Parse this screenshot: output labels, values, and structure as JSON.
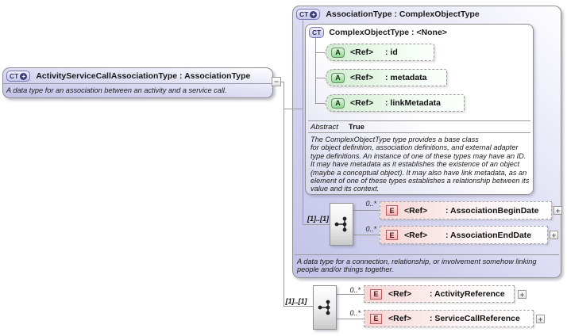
{
  "left_box": {
    "icon_label": "CT",
    "plus_symbol": "+",
    "title": "ActivityServiceCallAssociationType : AssociationType",
    "annotation": "A data type for an association between an activity and a service call.",
    "collapse_symbol": "−"
  },
  "assoc_box": {
    "icon_label": "CT",
    "plus_symbol": "+",
    "title": "AssociationType : ComplexObjectType",
    "annotation": "A data type for a connection, relationship, or involvement somehow linking\npeople and/or things together.",
    "inner_box": {
      "icon_label": "CT",
      "title": "ComplexObjectType : <None>",
      "attributes": [
        {
          "icon_label": "A",
          "ref": "<Ref>",
          "name": ": id"
        },
        {
          "icon_label": "A",
          "ref": "<Ref>",
          "name": ": metadata"
        },
        {
          "icon_label": "A",
          "ref": "<Ref>",
          "name": ": linkMetadata"
        }
      ],
      "abstract_label": "Abstract",
      "abstract_value": "True",
      "annotation": "The ComplexObjectType type provides a base class\nfor object definition, association definitions, and external adapter\ntype definitions. An instance of one of these types may have an ID.\nIt may have metadata as it establishes the existence of an object\n(maybe a conceptual object). It may also have link metadata, as an\nelement of one of these types establishes a relationship between its\nvalue and its context."
    },
    "sequence": {
      "cardinality": "[1]..[1]",
      "elements": [
        {
          "occurs": "0..*",
          "icon_label": "E",
          "ref": "<Ref>",
          "name": ": AssociationBeginDate",
          "expand_symbol": "+"
        },
        {
          "occurs": "0..*",
          "icon_label": "E",
          "ref": "<Ref>",
          "name": ": AssociationEndDate",
          "expand_symbol": "+"
        }
      ]
    }
  },
  "local_sequence": {
    "cardinality": "[1]..[1]",
    "elements": [
      {
        "occurs": "0..*",
        "icon_label": "E",
        "ref": "<Ref>",
        "name": ": ActivityReference",
        "expand_symbol": "+"
      },
      {
        "occurs": "0..*",
        "icon_label": "E",
        "ref": "<Ref>",
        "name": ": ServiceCallReference",
        "expand_symbol": "+"
      }
    ]
  }
}
